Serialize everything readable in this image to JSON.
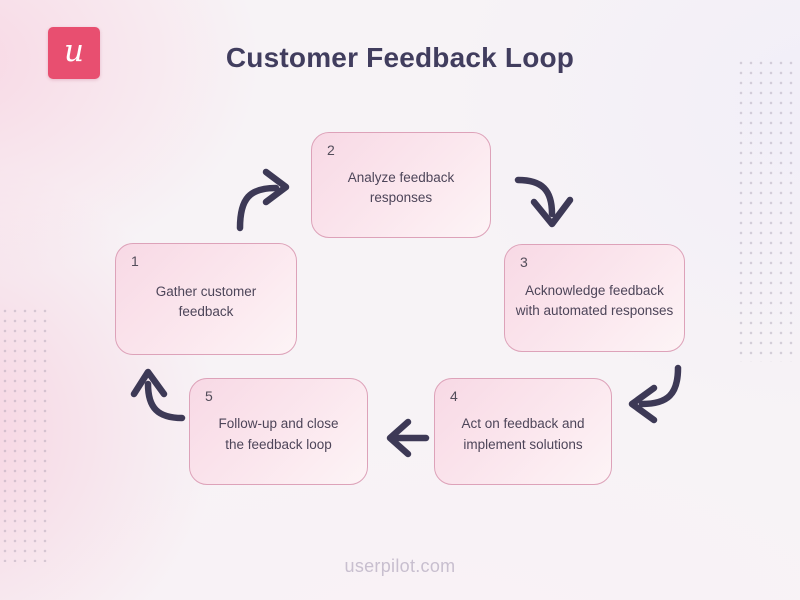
{
  "header": {
    "logo_letter": "u",
    "title": "Customer Feedback Loop"
  },
  "footer": {
    "site": "userpilot.com"
  },
  "colors": {
    "logo_bg": "#e84f70",
    "title_text": "#413d5e",
    "arrow": "#3d3956",
    "box_border": "#dda2b9",
    "box_fill_top": "#f8d9e5",
    "box_fill_bottom": "#fdf4f6",
    "box_text": "#4d4559",
    "footer_text": "#c8bfcf"
  },
  "diagram": {
    "type": "cycle",
    "steps": [
      {
        "number": "1",
        "label": "Gather customer\nfeedback"
      },
      {
        "number": "2",
        "label": "Analyze feedback\nresponses"
      },
      {
        "number": "3",
        "label": "Acknowledge feedback\nwith automated responses"
      },
      {
        "number": "4",
        "label": "Act on feedback and\nimplement solutions"
      },
      {
        "number": "5",
        "label": "Follow-up and close\nthe feedback loop"
      }
    ],
    "arrows": [
      {
        "from": "1",
        "to": "2"
      },
      {
        "from": "2",
        "to": "3"
      },
      {
        "from": "3",
        "to": "4"
      },
      {
        "from": "4",
        "to": "5"
      },
      {
        "from": "5",
        "to": "1"
      }
    ]
  }
}
